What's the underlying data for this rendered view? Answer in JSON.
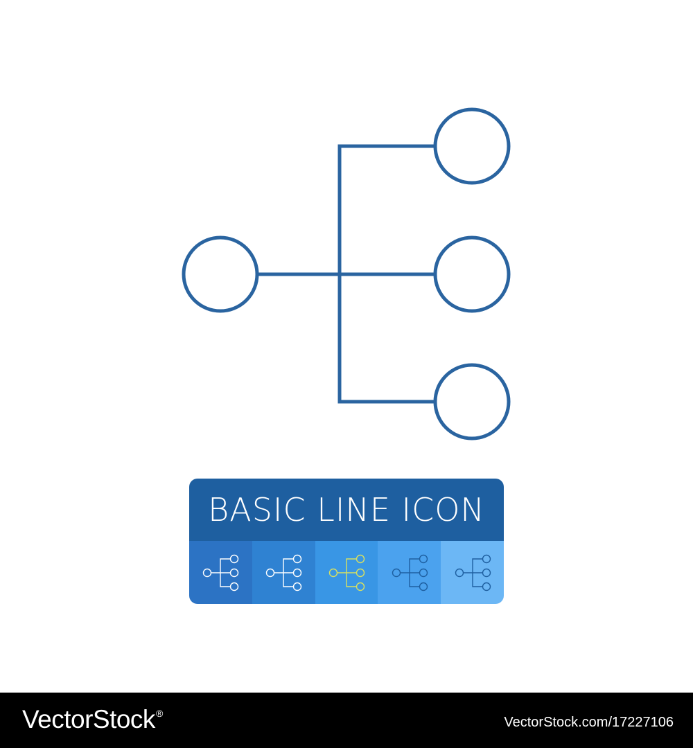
{
  "colors": {
    "icon_stroke": "#2a64a0",
    "background": "#ffffff",
    "badge_title_bg": "#1e5fa0",
    "variant_backgrounds": [
      "#2c73c4",
      "#2f82d2",
      "#3996e5",
      "#4ba2ee",
      "#6cb7f5"
    ],
    "variant_strokes": [
      "#ffffff",
      "#ffffff",
      "#d8e060",
      "#1e5fa0",
      "#1e5fa0"
    ],
    "footer_bg": "#000000",
    "footer_text": "#ffffff"
  },
  "main_icon": {
    "name": "hierarchy-tree-icon"
  },
  "badge": {
    "title": "BASIC LINE ICON",
    "variants": [
      {
        "name": "hierarchy-variant-1-icon"
      },
      {
        "name": "hierarchy-variant-2-icon"
      },
      {
        "name": "hierarchy-variant-3-icon"
      },
      {
        "name": "hierarchy-variant-4-icon"
      },
      {
        "name": "hierarchy-variant-5-icon"
      }
    ]
  },
  "footer": {
    "logo_text": "VectorStock",
    "logo_mark": "®",
    "image_id": "VectorStock.com/17227106"
  }
}
